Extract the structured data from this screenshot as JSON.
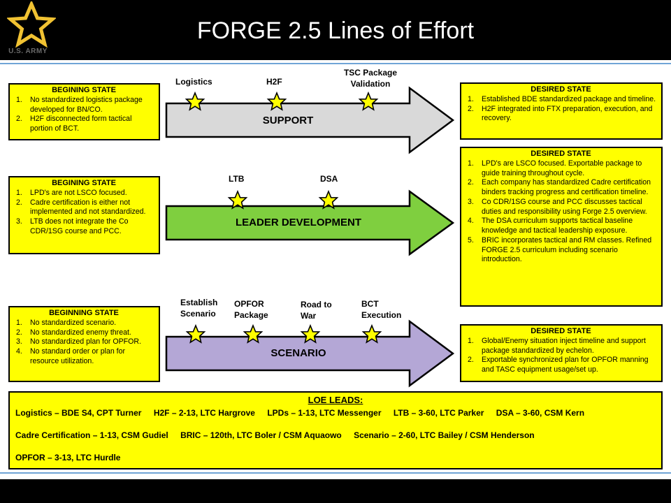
{
  "header": {
    "title": "FORGE 2.5 Lines of Effort",
    "logo_text": "U.S. ARMY"
  },
  "colors": {
    "box_fill": "#ffff00",
    "support_arrow": "#d9d9d9",
    "leader_arrow": "#7fcf3f",
    "scenario_arrow": "#b4a7d6",
    "star": "#ffff00",
    "rule": "#6fa4d6"
  },
  "support": {
    "arrow_label": "SUPPORT",
    "milestones": [
      "Logistics",
      "H2F",
      "TSC Package Validation"
    ],
    "begin": {
      "title": "BEGINING STATE",
      "items": [
        {
          "num": "1.",
          "text": "No standardized logistics package developed for BN/CO."
        },
        {
          "num": "2.",
          "text": "H2F disconnected form tactical portion of BCT."
        }
      ]
    },
    "desired": {
      "title": "DESIRED STATE",
      "items": [
        {
          "num": "1.",
          "text": "Established BDE standardized package and timeline."
        },
        {
          "num": "2.",
          "text": "H2F integrated into FTX preparation, execution, and recovery."
        }
      ]
    }
  },
  "leader": {
    "arrow_label": "LEADER DEVELOPMENT",
    "milestones": [
      "LTB",
      "DSA"
    ],
    "begin": {
      "title": "BEGINING STATE",
      "items": [
        {
          "num": "1.",
          "text": "LPD's are not LSCO focused."
        },
        {
          "num": "2.",
          "text": "Cadre certification is either not implemented and not standardized."
        },
        {
          "num": "3.",
          "text": "LTB does not integrate the Co CDR/1SG course and PCC."
        }
      ]
    },
    "desired": {
      "title": "DESIRED STATE",
      "items": [
        {
          "num": "1.",
          "text": "LPD's are LSCO focused. Exportable package to guide training throughout cycle."
        },
        {
          "num": "2.",
          "text": "Each company has standardized Cadre certification binders tracking progress and certification timeline."
        },
        {
          "num": "3.",
          "text": "Co CDR/1SG course and PCC discusses tactical duties and responsibility using Forge 2.5 overview."
        },
        {
          "num": "4.",
          "text": "The DSA curriculum supports tactical baseline knowledge and tactical leadership exposure."
        },
        {
          "num": "5.",
          "text": "BRIC incorporates tactical and RM classes. Refined FORGE 2.5 curriculum including scenario introduction."
        }
      ]
    }
  },
  "scenario": {
    "arrow_label": "SCENARIO",
    "milestones": [
      "Establish Scenario",
      "OPFOR Package",
      "Road to War",
      "BCT Execution"
    ],
    "begin": {
      "title": "BEGINNING STATE",
      "items": [
        {
          "num": "1.",
          "text": "No standardized scenario."
        },
        {
          "num": "2.",
          "text": "No standardized enemy threat."
        },
        {
          "num": "3.",
          "text": "No standardized plan for OPFOR."
        },
        {
          "num": "4.",
          "text": "No standard order or plan for resource utilization."
        }
      ]
    },
    "desired": {
      "title": "DESIRED STATE",
      "items": [
        {
          "num": "1.",
          "text": "Global/Enemy situation inject timeline and support package standardized by echelon."
        },
        {
          "num": "2.",
          "text": "Exportable synchronized plan for OPFOR manning and TASC equipment usage/set up."
        }
      ]
    }
  },
  "leads": {
    "title": "LOE LEADS:",
    "row1": [
      "Logistics – BDE S4, CPT Turner",
      "H2F – 2-13, LTC Hargrove",
      "LPDs – 1-13, LTC Messenger",
      "LTB – 3-60, LTC Parker",
      "DSA – 3-60, CSM Kern"
    ],
    "row2": [
      "Cadre Certification – 1-13, CSM Gudiel",
      "BRIC – 120th, LTC Boler / CSM Aquaowo",
      "Scenario – 2-60, LTC Bailey / CSM Henderson"
    ],
    "row3": [
      "OPFOR – 3-13, LTC Hurdle"
    ]
  }
}
